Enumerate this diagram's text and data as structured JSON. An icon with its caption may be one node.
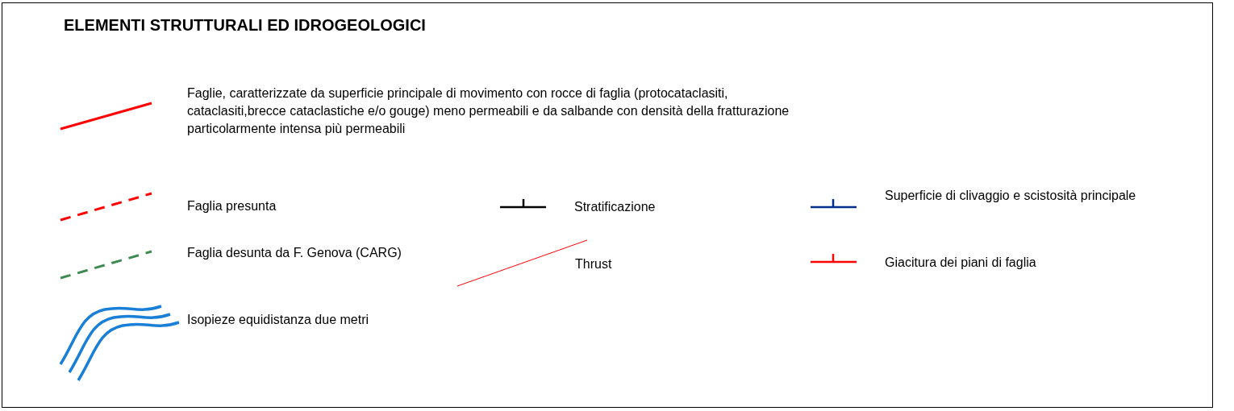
{
  "diagram": {
    "title": "ELEMENTI STRUTTURALI ED IDROGEOLOGICI",
    "legend": [
      {
        "text": "Faglie, caratterizzate da superficie principale di movimento con rocce di faglia (protocataclasiti, cataclasiti,brecce cataclastiche e/o gouge) meno permeabili e da salbande con densità della fratturazione particolarmente intensa più permeabili"
      },
      {
        "text": "Faglia presunta"
      },
      {
        "text": "Stratificazione"
      },
      {
        "text": "Superficie di clivaggio e scistosità principale"
      },
      {
        "text": "Faglia desunta da F. Genova (CARG)"
      },
      {
        "text": "Thrust"
      },
      {
        "text": "Giacitura dei piani di faglia"
      },
      {
        "text": "Isopieze equidistanza due metri"
      }
    ]
  }
}
